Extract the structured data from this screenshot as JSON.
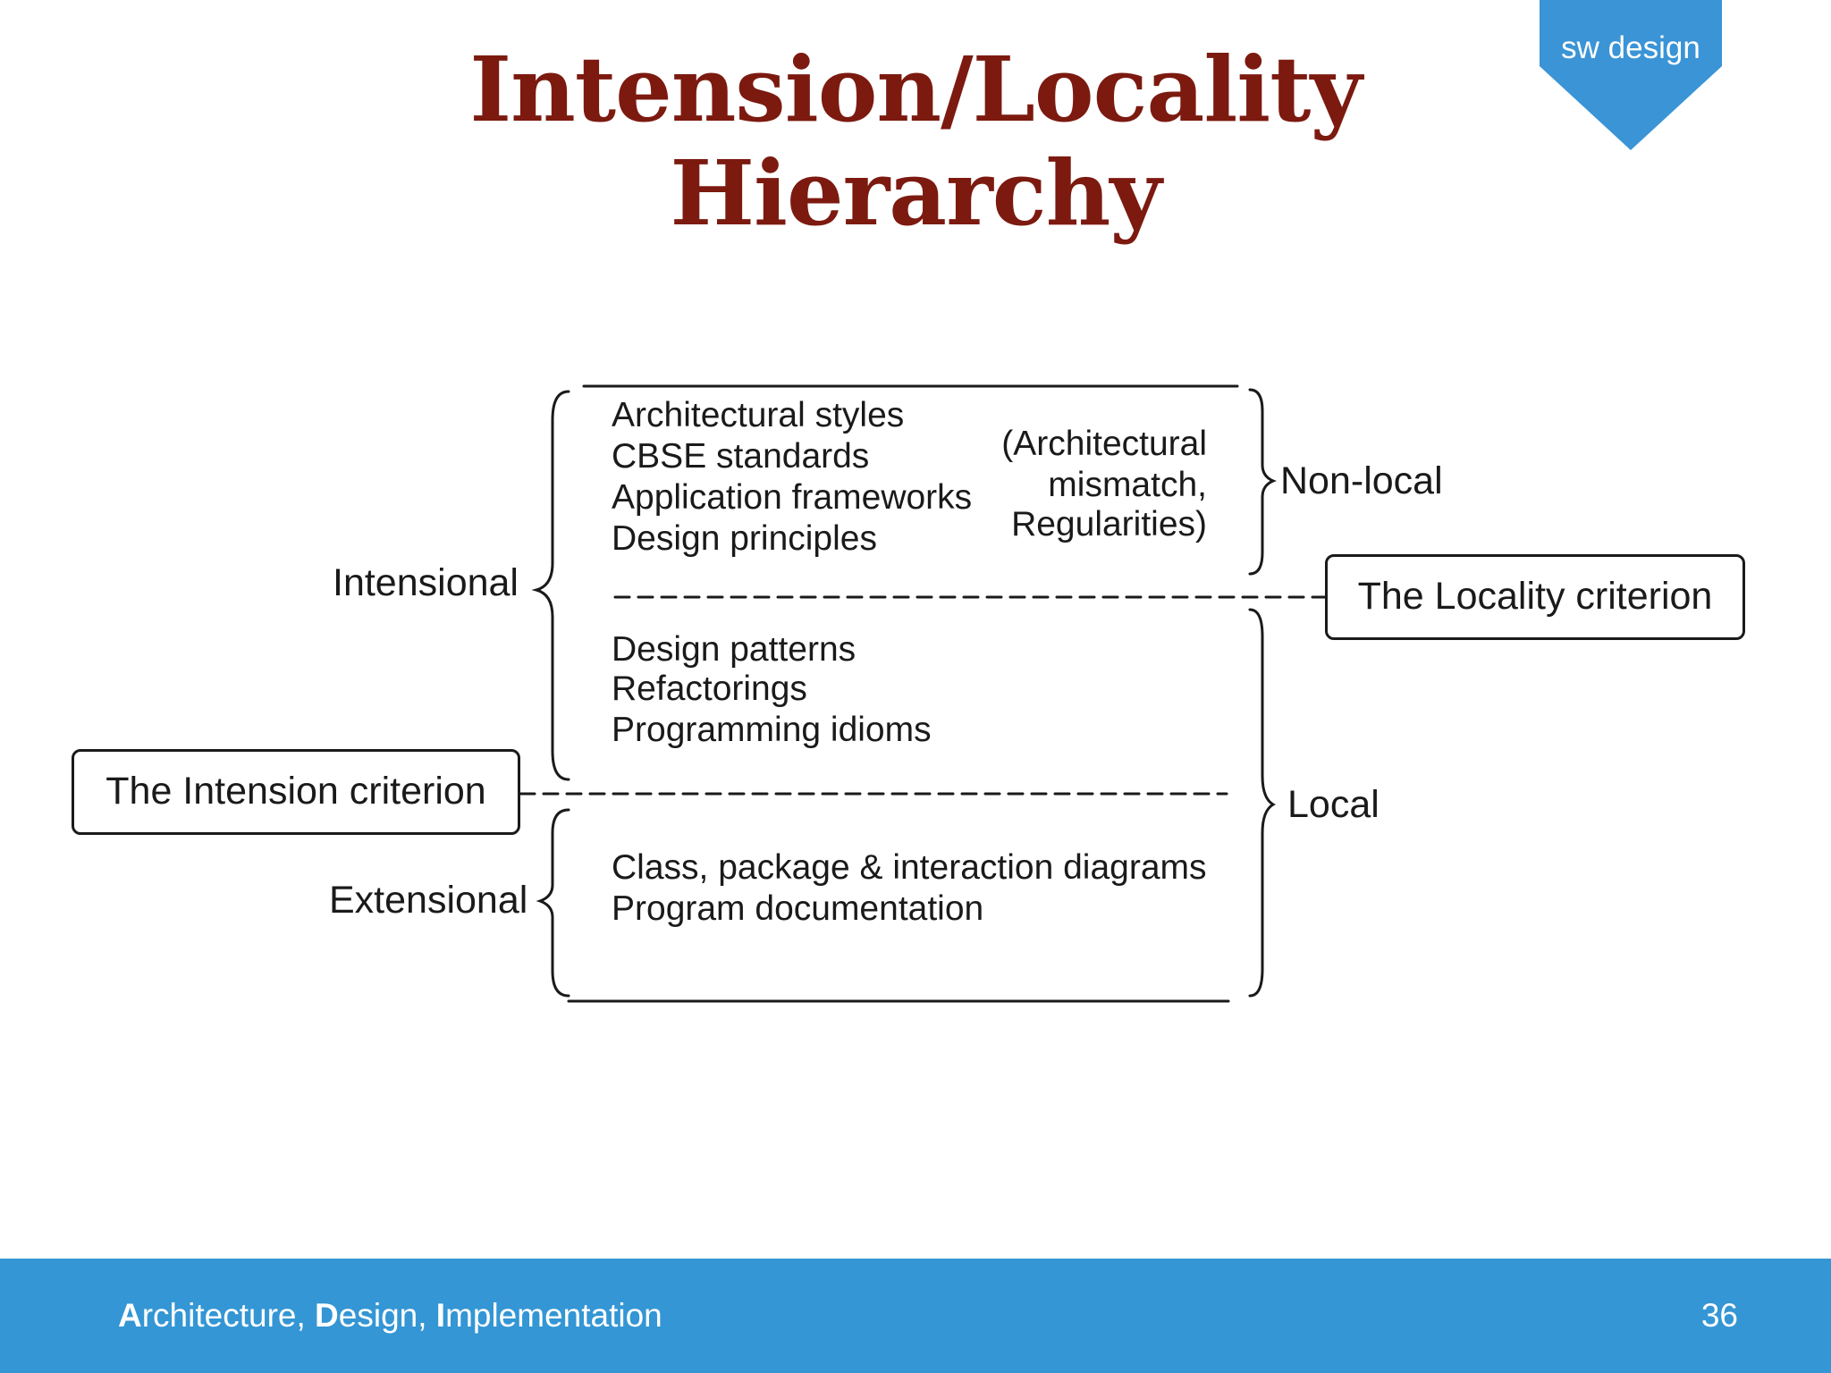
{
  "slide": {
    "title_line1": "Intension/Locality",
    "title_line2": "Hierarchy",
    "corner_tag": "sw design"
  },
  "diagram": {
    "upper_items": [
      "Architectural styles",
      "CBSE standards",
      "Application frameworks",
      "Design principles"
    ],
    "upper_note": [
      "(Architectural",
      "mismatch,",
      "Regularities)"
    ],
    "middle_items": [
      "Design patterns",
      "Refactorings",
      "Programming idioms"
    ],
    "lower_items": [
      "Class, package & interaction diagrams",
      "Program documentation"
    ],
    "labels": {
      "intensional": "Intensional",
      "extensional": "Extensional",
      "non_local": "Non-local",
      "local": "Local"
    },
    "criteria": {
      "locality": "The Locality criterion",
      "intension": "The Intension criterion"
    }
  },
  "footer": {
    "course_A": "A",
    "course_rest1": "rchitecture, ",
    "course_D": "D",
    "course_rest2": "esign, ",
    "course_I": "I",
    "course_rest3": "mplementation",
    "page_number": "36"
  },
  "colors": {
    "title": "#7c1a10",
    "accent_blue": "#3496d4",
    "tag_blue": "#3a94d6",
    "text": "#1a1a1a"
  }
}
